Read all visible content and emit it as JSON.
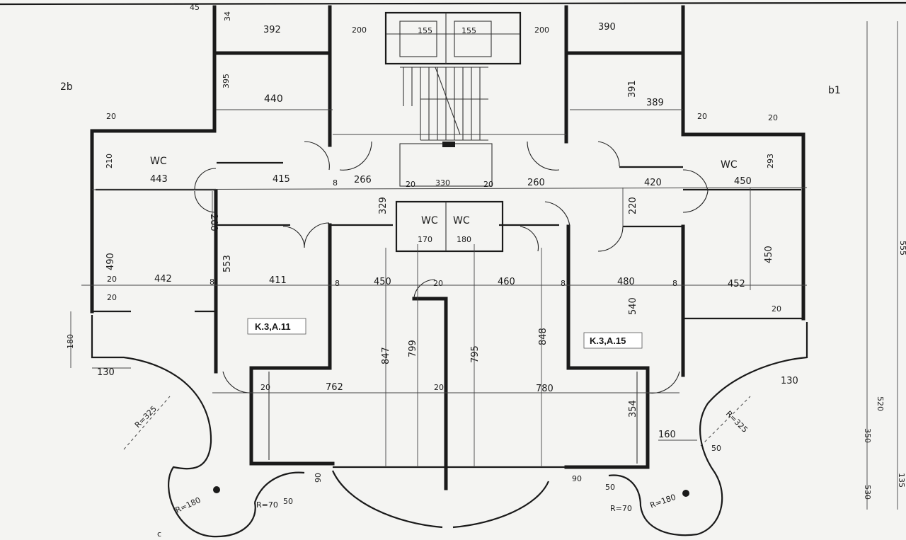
{
  "labels": {
    "area_left": "K.3,A.11",
    "area_right": "K.3,A.15",
    "wc": "WC",
    "corner_left": "2b",
    "corner_right": "b1",
    "corner_bottom": "c"
  },
  "dims": {
    "d392": "392",
    "d390": "390",
    "d440": "440",
    "d391": "391",
    "d389": "389",
    "d443": "443",
    "d450a": "450",
    "d415": "415",
    "d266": "266",
    "d260": "260",
    "d420": "420",
    "d200a": "200",
    "d220": "220",
    "d329": "329",
    "d170": "170",
    "d180": "180",
    "d490": "490",
    "d553": "553",
    "d442": "442",
    "d411": "411",
    "d450b": "450",
    "d460": "460",
    "d480": "480",
    "d452": "452",
    "d540": "540",
    "d450c": "450",
    "d847": "847",
    "d799": "799",
    "d795": "795",
    "d848": "848",
    "d762": "762",
    "d780": "780",
    "d354": "354",
    "d160": "160",
    "d130a": "130",
    "d130b": "130",
    "d180b": "180",
    "r325a": "R=325",
    "r325b": "R=325",
    "r180a": "R=180",
    "r180b": "R=180",
    "r70a": "R=70",
    "r70b": "R=70",
    "d50a": "50",
    "d50b": "50",
    "d50c": "50",
    "d90a": "90",
    "d90b": "90",
    "d20a": "20",
    "d20b": "20",
    "d210": "210",
    "d200b": "200",
    "d200c": "200",
    "d155a": "155",
    "d155b": "155",
    "d395": "395",
    "d34": "34",
    "d45": "45",
    "d293": "293",
    "d555": "555",
    "d520": "520",
    "d350": "350",
    "d135": "135",
    "d530": "530",
    "d330": "330"
  }
}
